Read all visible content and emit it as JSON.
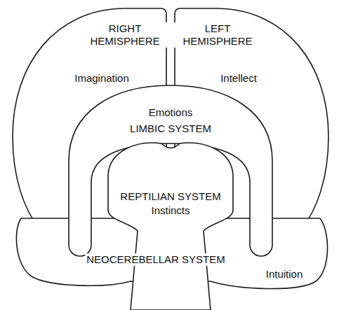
{
  "diagram": {
    "nodes": [
      {
        "text": [
          "RIGHT HEMISPHERE",
          "Imagination"
        ]
      },
      {
        "text": [
          "LEFT HEMISPHERE",
          "Intellect"
        ]
      },
      {
        "text": [
          "Emotions",
          "LIMBIC SYSTEM"
        ]
      },
      {
        "text": [
          "REPTILIAN SYSTEM",
          "Instincts"
        ]
      },
      {
        "text": [
          "NEOCEREBELLAR SYSTEM",
          "Intuition"
        ]
      }
    ]
  }
}
